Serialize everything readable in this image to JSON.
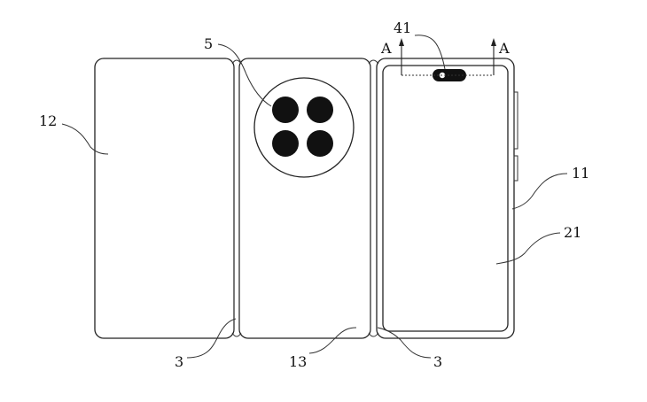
{
  "labels": {
    "l12": "12",
    "l5": "5",
    "l41": "41",
    "lA_left": "A",
    "lA_right": "A",
    "l11": "11",
    "l21": "21",
    "l3_left": "3",
    "l13": "13",
    "l3_right": "3"
  },
  "colors": {
    "stroke": "#222222",
    "lens": "#111111",
    "background": "#ffffff"
  }
}
